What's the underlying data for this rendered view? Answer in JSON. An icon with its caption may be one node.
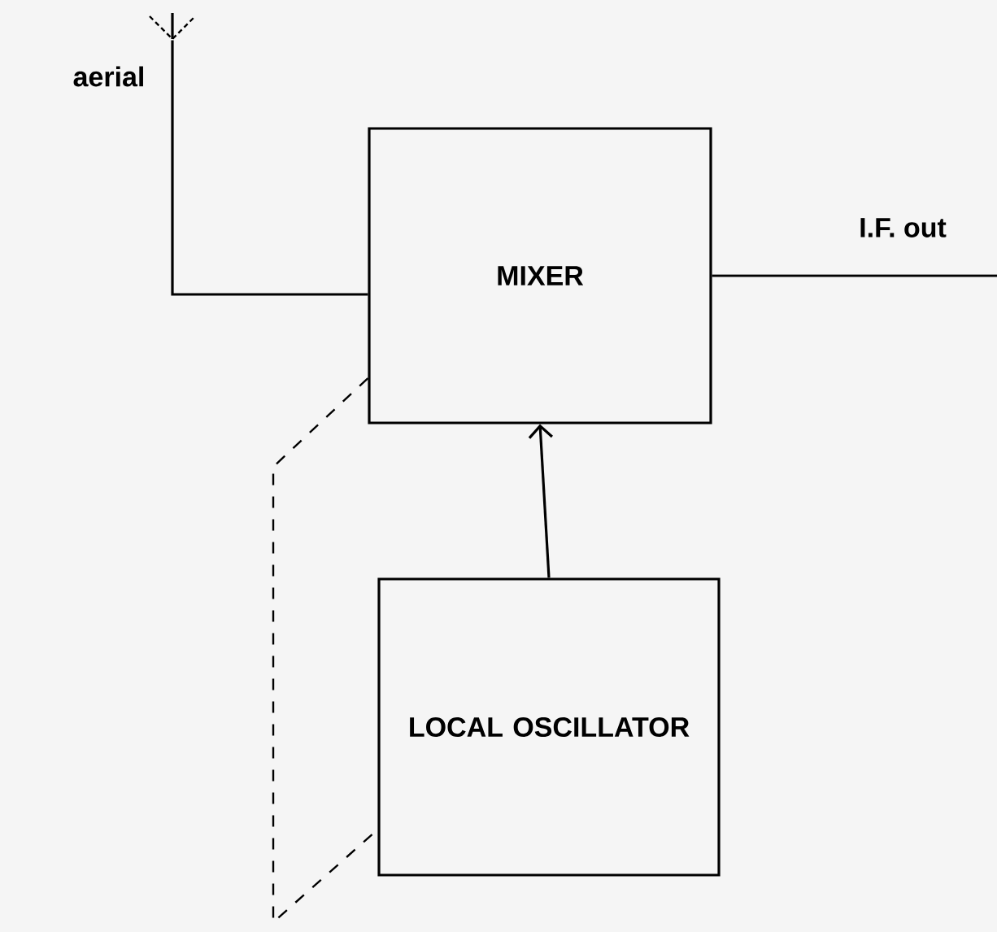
{
  "diagram": {
    "nodes": [
      {
        "text": [],
        "shape": "picture",
        "beside": [
          "aerial"
        ]
      },
      {
        "text": [
          "MIXER"
        ]
      },
      {
        "text": [
          "LOCAL OSCILLATOR"
        ]
      }
    ],
    "edges": [
      {
        "from": 0,
        "to": 1,
        "arrow": "none"
      },
      {
        "from": 2,
        "to": 1,
        "arrow": "to"
      },
      {
        "from": 1,
        "to": null,
        "arrow": "none",
        "label": "I.F. out"
      },
      {
        "from": 1,
        "to": 2,
        "arrow": "none",
        "style": "dashed"
      }
    ]
  }
}
